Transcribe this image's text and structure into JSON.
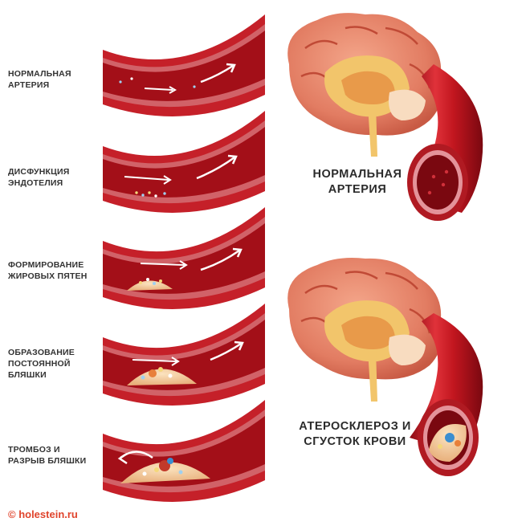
{
  "stages": [
    {
      "lines": [
        "НОРМАЛЬНАЯ",
        "АРТЕРИЯ"
      ]
    },
    {
      "lines": [
        "ДИСФУНКЦИЯ",
        "ЭНДОТЕЛИЯ"
      ]
    },
    {
      "lines": [
        "ФОРМИРОВАНИЕ",
        "ЖИРОВЫХ ПЯТЕН"
      ]
    },
    {
      "lines": [
        "ОБРАЗОВАНИЕ",
        "ПОСТОЯННОЙ",
        "БЛЯШКИ"
      ]
    },
    {
      "lines": [
        "ТРОМБОЗ И",
        "РАЗРЫВ БЛЯШКИ"
      ]
    }
  ],
  "panels": {
    "normal": {
      "line1": "НОРМАЛЬНАЯ",
      "line2": "АРТЕРИЯ"
    },
    "atherosclerosis": {
      "line1": "АТЕРОСКЛЕРОЗ И",
      "line2": "СГУСТОК КРОВИ"
    }
  },
  "copyright": "© holestein.ru",
  "colors": {
    "wall": "#b01a22",
    "lumen": "#a80f18",
    "plaque": "#f0c89a",
    "brain": "#e8826a",
    "accent": "#e0442c"
  }
}
